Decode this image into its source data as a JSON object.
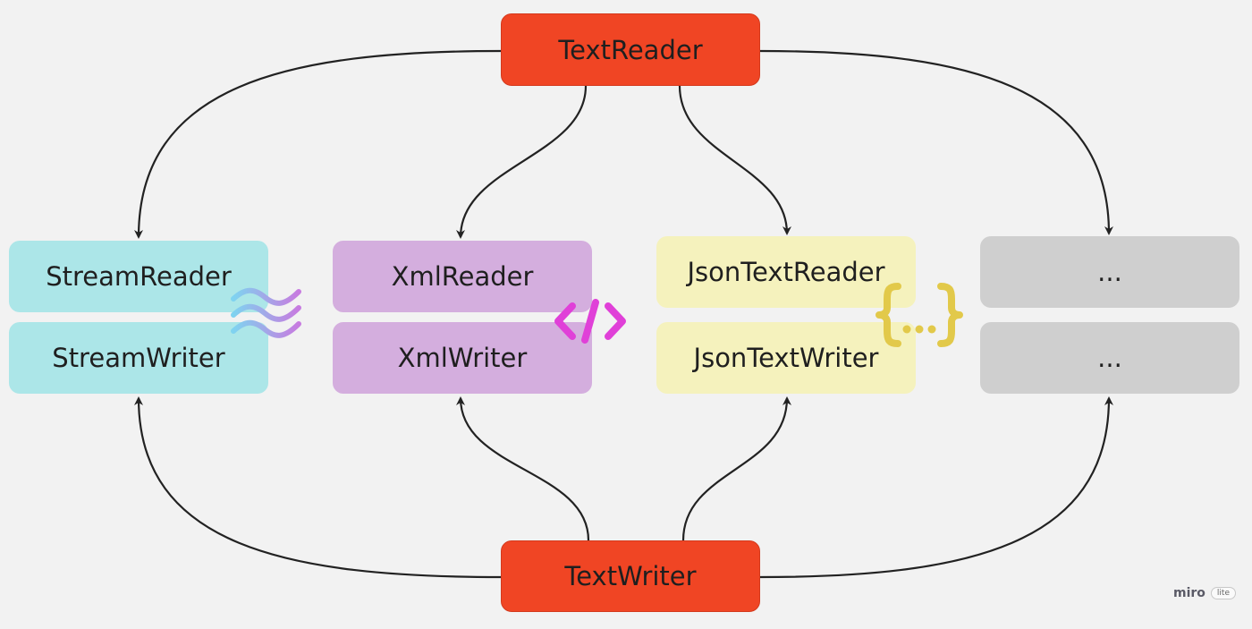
{
  "nodes": {
    "text_reader": "TextReader",
    "text_writer": "TextWriter",
    "stream_reader": "StreamReader",
    "stream_writer": "StreamWriter",
    "xml_reader": "XmlReader",
    "xml_writer": "XmlWriter",
    "json_text_reader": "JsonTextReader",
    "json_text_writer": "JsonTextWriter",
    "other_reader": "...",
    "other_writer": "..."
  },
  "icons": {
    "stream": "wave-icon",
    "xml": "code-brackets-icon",
    "json": "curly-braces-icon"
  },
  "colors": {
    "base": "#f04524",
    "stream": "#ace6e8",
    "xml": "#d4aede",
    "json": "#f5f2bd",
    "other": "#cfcfcf",
    "xml_icon": "#e040d8",
    "json_icon": "#e2c94a"
  },
  "watermark": {
    "brand": "miro",
    "tag": "lite"
  }
}
